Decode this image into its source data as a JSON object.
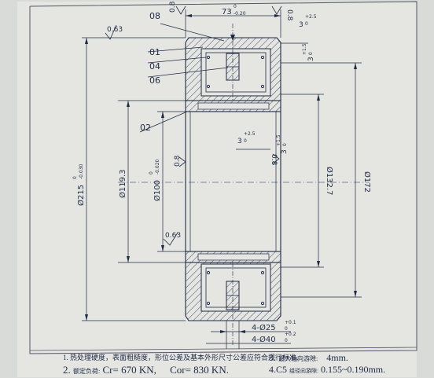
{
  "parts": {
    "p08": "08",
    "p01": "01",
    "p04": "04",
    "p06": "06",
    "p02": "02"
  },
  "dims": {
    "width_nominal": "73",
    "width_tol_upper": "0",
    "width_tol_lower": "-0.20",
    "chamfer_main": "3",
    "chamfer_main_upper": "+2.5",
    "chamfer_main_lower": "0",
    "chamfer_side": "3",
    "chamfer_side_upper": "+1.5",
    "chamfer_side_lower": "0",
    "chamfer_inner": "3",
    "chamfer_inner_upper": "+2.5",
    "chamfer_inner_lower": "0",
    "chamfer_inner_side": "3",
    "chamfer_inner_side_upper": "+1.5",
    "chamfer_inner_side_lower": "0",
    "outer_dia": "Ø215",
    "outer_dia_tol": "-0.030",
    "outer_dia_tol_upper": "0",
    "dia_119": "Ø119.3",
    "bore_dia": "Ø100",
    "bore_tol_upper": "0",
    "bore_tol_lower": "-0.020",
    "dia_132": "Ø132.7",
    "dia_172": "Ø172",
    "hole_1": "4-Ø25",
    "hole_1_upper": "+0.1",
    "hole_1_lower": "0",
    "hole_2": "4-Ø40",
    "hole_2_upper": "+0.2",
    "hole_2_lower": "0"
  },
  "roughness": {
    "r1": "0.8",
    "r2": "0.63",
    "r3": "0.8",
    "r4": "0.8",
    "r5": "0.8",
    "r6": "0.63"
  },
  "notes": {
    "n1": "1. 热处理硬度，表面粗糙度，形位公差及基本外形尺寸公差应符合规行标准.",
    "n2_prefix": "2.",
    "n2_small": "额定负荷:",
    "n2_cr": "Cr= 670 KN,",
    "n2_cor": "Cor= 830 KN.",
    "n3_prefix": "3.",
    "n3_small": "最大轴向游隙:",
    "n3_val": "4mm.",
    "n4_prefix": "4.C5",
    "n4_small": "组径向游隙:",
    "n4_val": "0.155~0.190mm."
  }
}
